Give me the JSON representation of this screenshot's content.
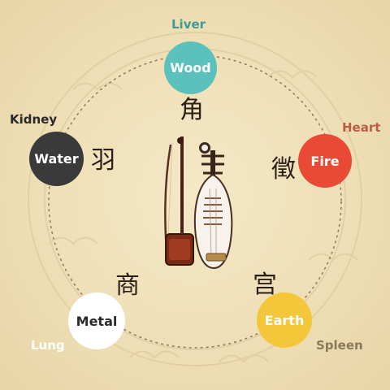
{
  "elements": [
    {
      "key": "wood",
      "label": "Wood",
      "organ": "Liver",
      "char": "角",
      "circle_color": "#5bc1bd",
      "text_color": "#ffffff",
      "organ_color": "#3d9a94"
    },
    {
      "key": "fire",
      "label": "Fire",
      "organ": "Heart",
      "char": "徵",
      "circle_color": "#e84a35",
      "text_color": "#ffffff",
      "organ_color": "#b85e45"
    },
    {
      "key": "earth",
      "label": "Earth",
      "organ": "Spleen",
      "char": "宫",
      "circle_color": "#f4c63a",
      "text_color": "#ffffff",
      "organ_color": "#8a7a5a"
    },
    {
      "key": "metal",
      "label": "Metal",
      "organ": "Lung",
      "char": "商",
      "circle_color": "#ffffff",
      "text_color": "#2a2a2a",
      "organ_color": "#ffffff"
    },
    {
      "key": "water",
      "label": "Water",
      "organ": "Kidney",
      "char": "羽",
      "circle_color": "#3a3a3a",
      "text_color": "#ffffff",
      "organ_color": "#2a2a2a"
    }
  ],
  "ring_color": "#8a7a62",
  "background_color": "#efdfb6",
  "instruments": [
    "erhu-icon",
    "pipa-icon"
  ]
}
